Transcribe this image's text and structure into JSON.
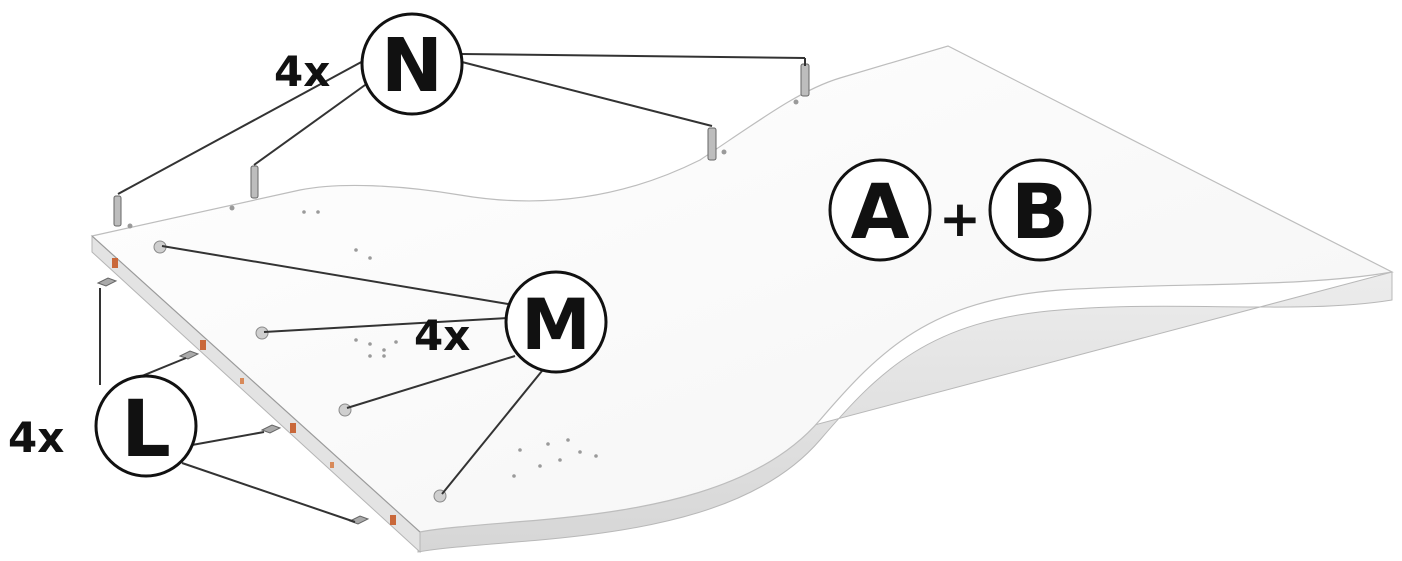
{
  "diagram": {
    "parts_label": {
      "first": "A",
      "plus": "+",
      "second": "B"
    },
    "callouts": [
      {
        "id": "N",
        "quantity": "4x",
        "letter": "N"
      },
      {
        "id": "M",
        "quantity": "4x",
        "letter": "M"
      },
      {
        "id": "L",
        "quantity": "4x",
        "letter": "L"
      }
    ]
  }
}
